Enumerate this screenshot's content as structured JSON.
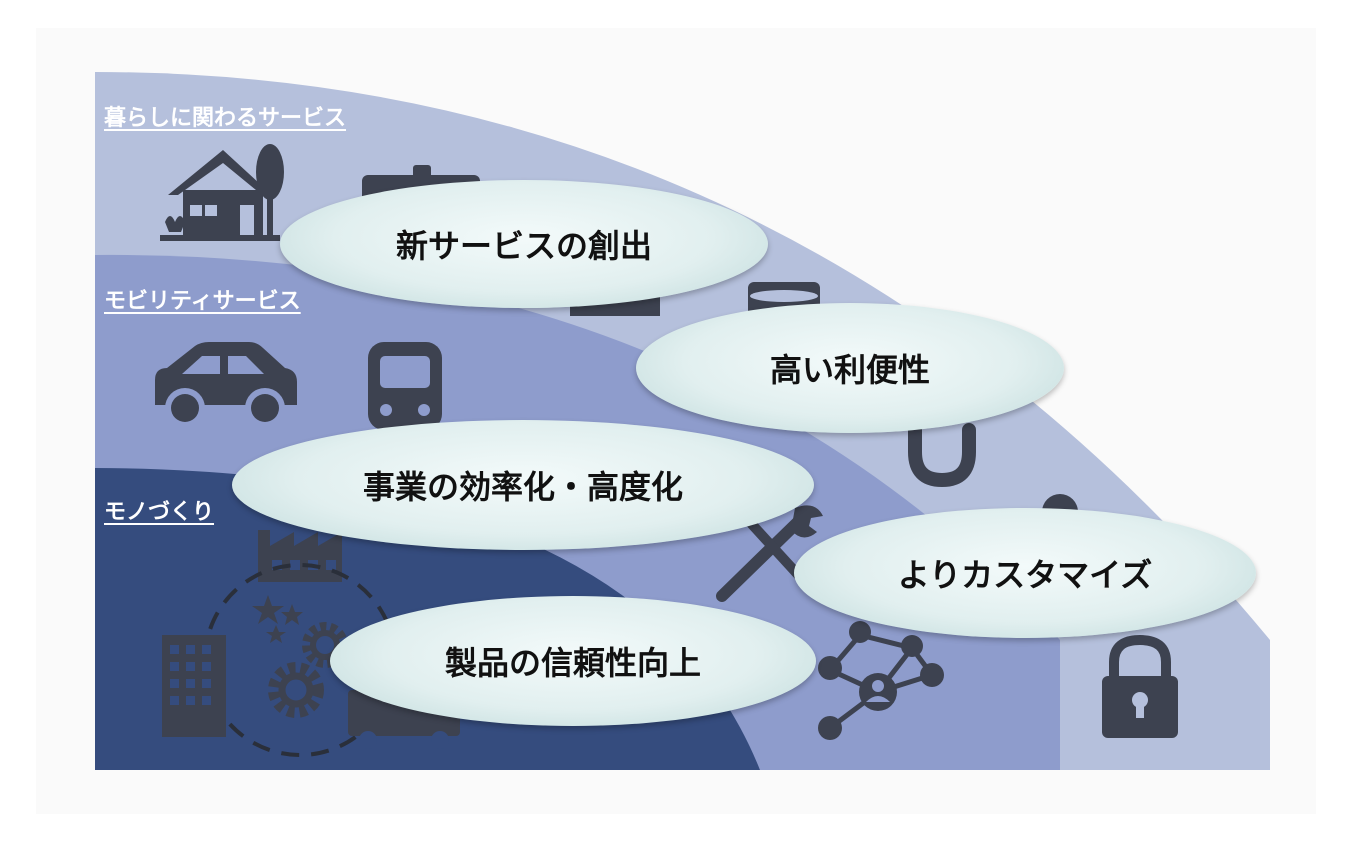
{
  "layers": [
    {
      "label": "暮らしに関わるサービス"
    },
    {
      "label": "モビリティサービス"
    },
    {
      "label": "モノづくり"
    }
  ],
  "bubbles": [
    {
      "label": "新サービスの創出"
    },
    {
      "label": "高い利便性"
    },
    {
      "label": "事業の効率化・高度化"
    },
    {
      "label": "よりカスタマイズ"
    },
    {
      "label": "製品の信頼性向上"
    }
  ],
  "colors": {
    "outer_layer": "#b5c0dc",
    "middle_layer": "#8e9ccc",
    "inner_layer": "#354c7e",
    "icon": "#3d4250",
    "bubble": "#e1efef"
  },
  "icons": [
    "house-tree-icon",
    "tablet-icon",
    "database-icon",
    "car-icon",
    "train-icon",
    "stethoscope-icon",
    "factory-icon",
    "stars-icon",
    "gears-icon",
    "building-icon",
    "truck-icon",
    "wrench-icon",
    "network-icon",
    "padlock-icon"
  ]
}
